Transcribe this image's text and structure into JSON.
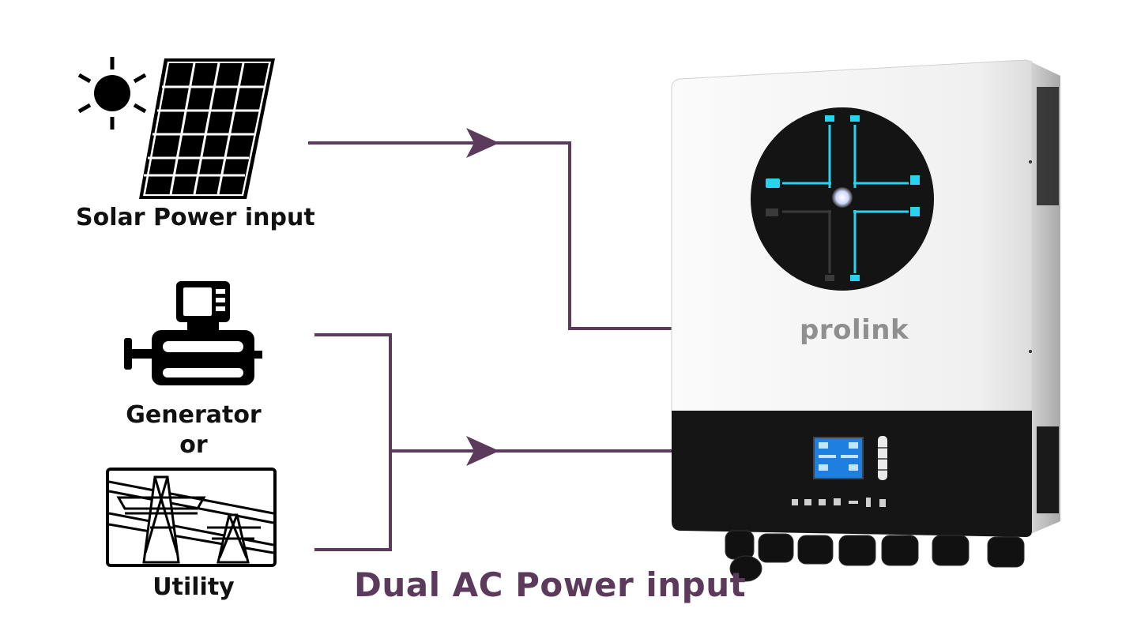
{
  "colors": {
    "connector": "#5c3a5c",
    "label_text": "#111111",
    "dual_label": "#5c3a5c",
    "led_accent": "#29d3f0",
    "inverter_body": "#f2f2f2",
    "inverter_base": "#151515"
  },
  "inputs": {
    "solar": {
      "label": "Solar Power input",
      "icons": [
        "sun-icon",
        "solar-panel-icon"
      ]
    },
    "generator": {
      "label_line1": "Generator",
      "label_line2": "or",
      "icon": "generator-icon"
    },
    "utility": {
      "label": "Utility",
      "icon": "power-tower-icon"
    }
  },
  "dual_ac_label": "Dual AC Power input",
  "inverter": {
    "brand": "prolink"
  }
}
